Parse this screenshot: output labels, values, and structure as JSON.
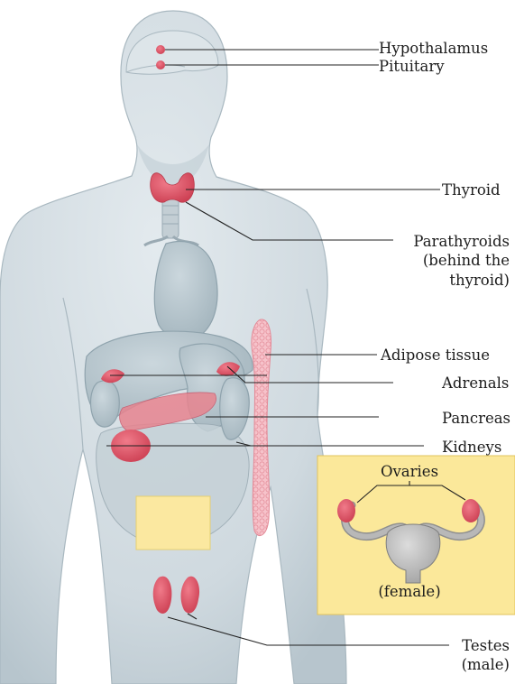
{
  "labels": {
    "hypothalamus": "Hypothalamus",
    "pituitary": "Pituitary",
    "thyroid": "Thyroid",
    "parathyroids_1": "Parathyroids",
    "parathyroids_2": "(behind the",
    "parathyroids_3": "thyroid)",
    "adipose": "Adipose tissue",
    "adrenals": "Adrenals",
    "pancreas": "Pancreas",
    "kidneys": "Kidneys",
    "testes_1": "Testes",
    "testes_2": "(male)",
    "ovaries": "Ovaries",
    "female": "(female)"
  },
  "colors": {
    "skin": "#d3dde2",
    "skin_shadow": "#aebcc4",
    "gland": "#e0596b",
    "adipose": "#f4b6bf",
    "inset_bg": "#fbe89a",
    "box_bg": "#fbe8a0",
    "leader": "#222222"
  }
}
